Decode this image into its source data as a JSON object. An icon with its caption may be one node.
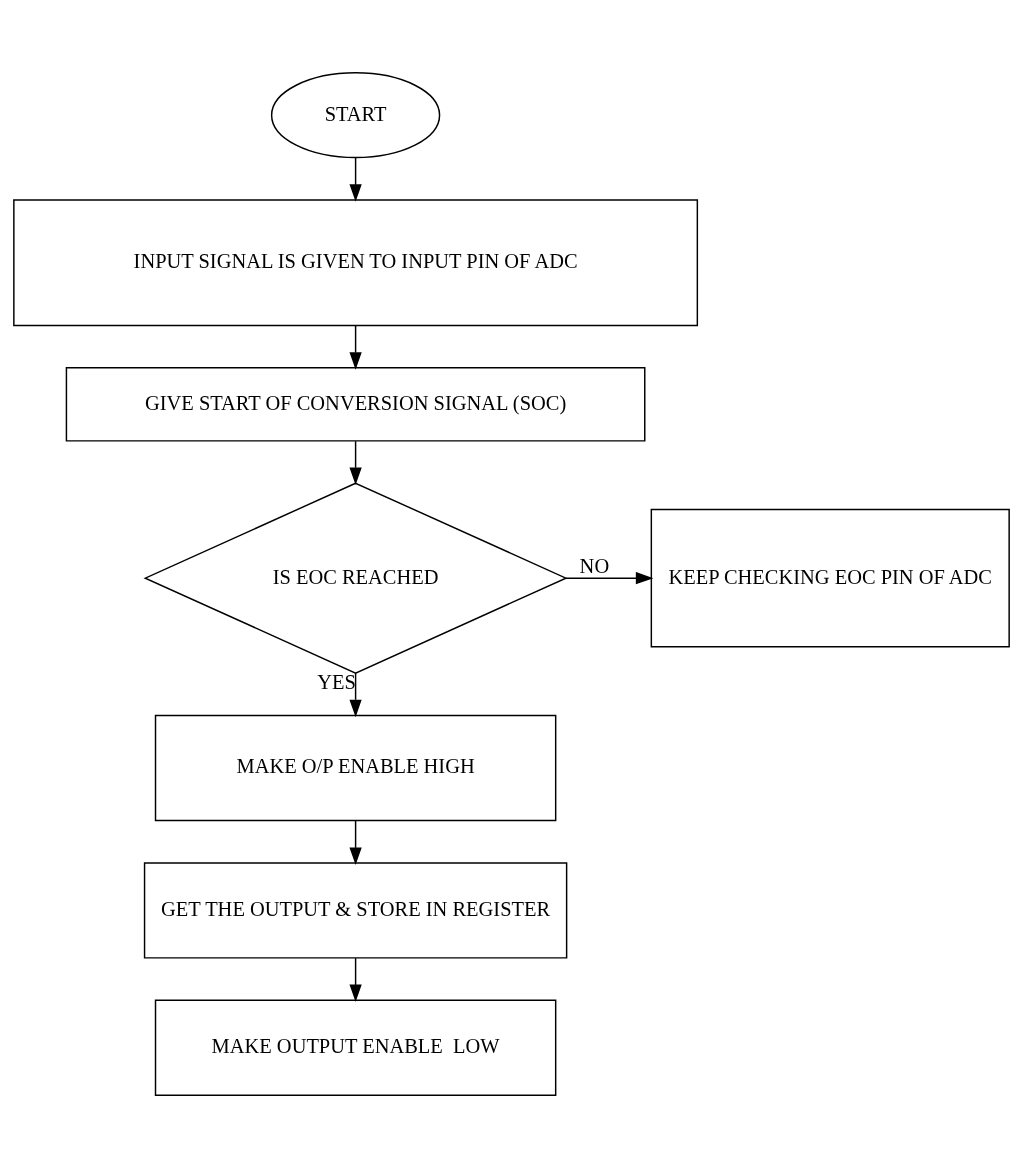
{
  "diagram": {
    "nodes": [
      {
        "text": [
          "START"
        ]
      },
      {
        "text": [
          "INPUT SIGNAL IS GIVEN TO INPUT PIN OF ADC"
        ]
      },
      {
        "text": [
          "GIVE START OF CONVERSION SIGNAL (SOC)"
        ]
      },
      {
        "text": [
          "IS EOC REACHED"
        ]
      },
      {
        "text": [
          "KEEP CHECKING EOC PIN OF ADC"
        ]
      },
      {
        "text": [
          "MAKE O/P ENABLE HIGH"
        ]
      },
      {
        "text": [
          "GET THE OUTPUT & STORE IN REGISTER"
        ]
      },
      {
        "text": [
          "MAKE OUTPUT ENABLE  LOW"
        ]
      }
    ],
    "edges": [
      {
        "from": 0,
        "to": 1,
        "arrow": "to"
      },
      {
        "from": 1,
        "to": 2,
        "arrow": "to"
      },
      {
        "from": 2,
        "to": 3,
        "arrow": "to"
      },
      {
        "from": 3,
        "to": 4,
        "arrow": "to",
        "label": "NO"
      },
      {
        "from": 3,
        "to": 5,
        "arrow": "to",
        "label": "YES"
      },
      {
        "from": 5,
        "to": 6,
        "arrow": "to"
      },
      {
        "from": 6,
        "to": 7,
        "arrow": "to"
      }
    ]
  }
}
